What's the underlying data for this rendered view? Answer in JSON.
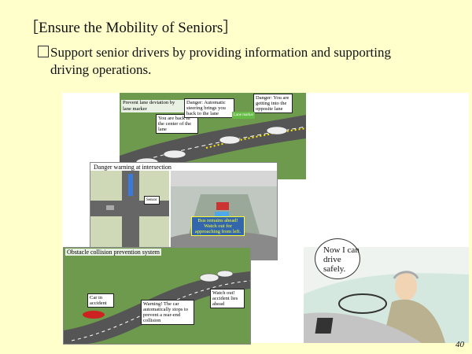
{
  "slide": {
    "title": "［Ensure the Mobility of Seniors］",
    "bullet_line1": "Support senior drivers by providing information and supporting",
    "bullet_line2": "driving operations.",
    "page_number": "40"
  },
  "panels": {
    "lane": {
      "title": "Prevent lane deviation by lane marker",
      "label_center": "You are back in the center of the lane",
      "label_auto": "Danger: Automatic steering brings you back to the lane",
      "label_danger": "Danger: You are getting into the opposite lane",
      "label_green": "Lane marker"
    },
    "intersection": {
      "title": "Danger warning at intersection",
      "label_sensor": "Sensor",
      "label_warning": "Bus remains ahead! Watch out for approaching from left."
    },
    "collision": {
      "title": "Obstacle collision prevention system",
      "label_car": "Car in accident",
      "label_warning": "Warning! The car automatically stops to prevent a rear-end collision",
      "label_watch": "Watch out! accident lies ahead"
    },
    "driver": {
      "bubble": "Now I can drive safely."
    }
  }
}
